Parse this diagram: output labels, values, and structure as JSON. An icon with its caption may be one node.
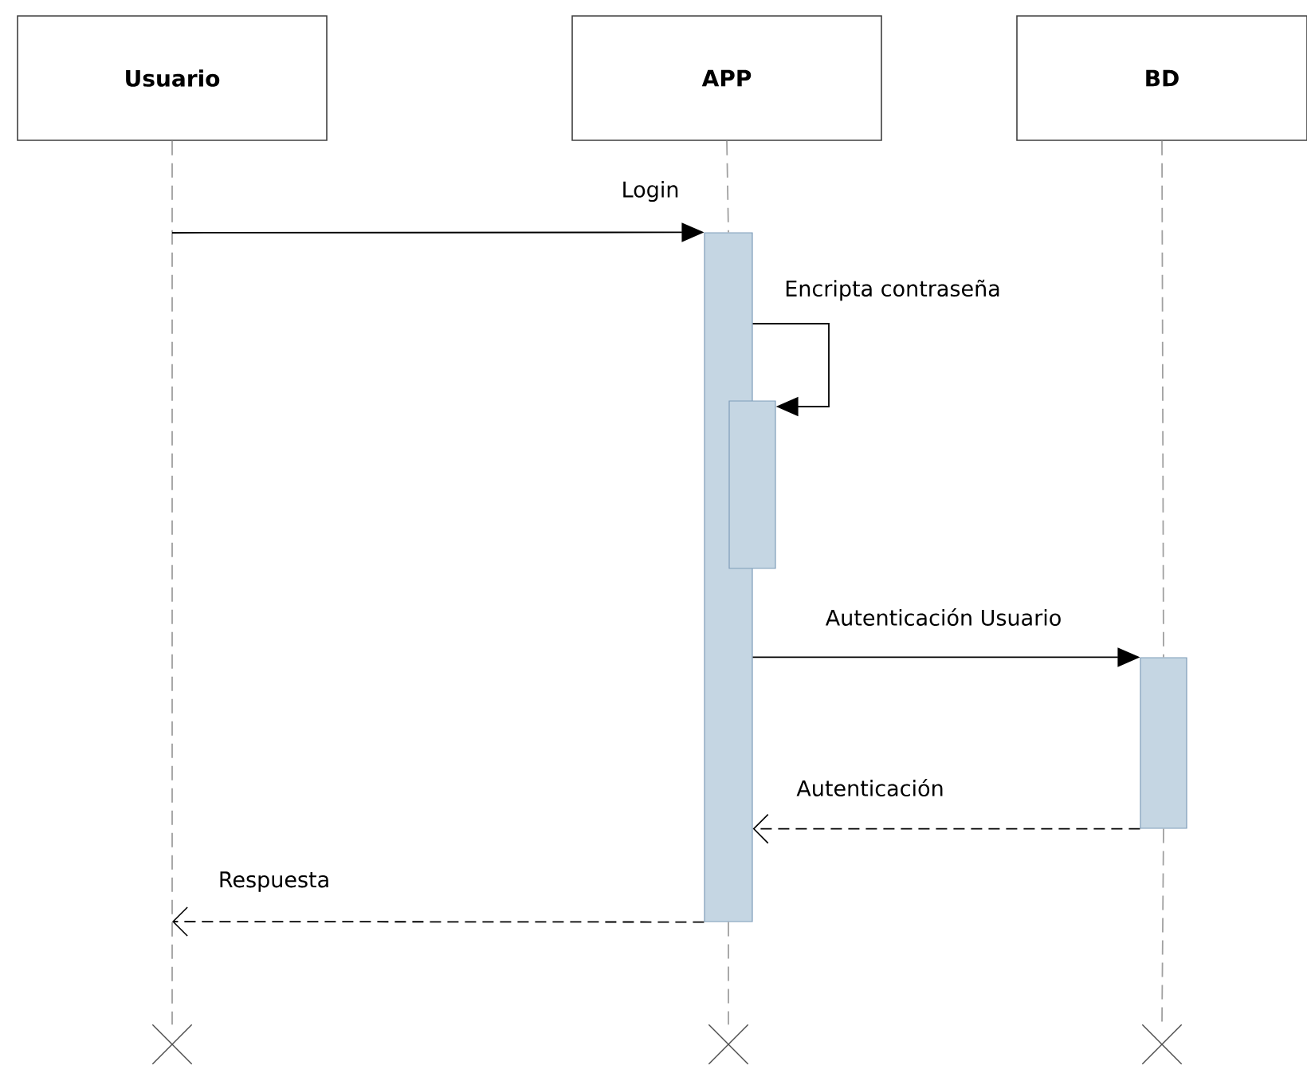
{
  "diagram": {
    "nodes": [
      {
        "text": [
          "Usuario"
        ]
      },
      {
        "text": [
          "APP"
        ]
      },
      {
        "text": [
          "BD"
        ]
      },
      {
        "text": [],
        "shape": "bar"
      },
      {
        "text": [],
        "shape": "bar"
      },
      {
        "text": [],
        "shape": "bar"
      },
      {
        "text": [],
        "shape": "cross"
      },
      {
        "text": [],
        "shape": "cross"
      },
      {
        "text": [],
        "shape": "cross"
      }
    ],
    "edges": [
      {
        "from": 0,
        "to": 6,
        "arrow": "none",
        "style": "dashed",
        "color": "#a0a0a0"
      },
      {
        "from": 1,
        "to": 3,
        "arrow": "none",
        "style": "dashed",
        "color": "#a0a0a0"
      },
      {
        "from": 3,
        "to": 7,
        "arrow": "none",
        "style": "dashed",
        "color": "#a0a0a0"
      },
      {
        "from": 2,
        "to": 5,
        "arrow": "none",
        "style": "dashed",
        "color": "#a0a0a0"
      },
      {
        "from": 5,
        "to": 8,
        "arrow": "none",
        "style": "dashed",
        "color": "#a0a0a0"
      },
      {
        "from": null,
        "to": 3,
        "arrow": "to",
        "label": "Login",
        "color": "#000000"
      },
      {
        "from": 3,
        "to": 4,
        "arrow": "to",
        "label": "Encripta contraseña",
        "color": "#000000"
      },
      {
        "from": 3,
        "to": 5,
        "arrow": "to",
        "label": "Autenticación Usuario",
        "color": "#000000"
      },
      {
        "from": 5,
        "to": 3,
        "arrow": "to",
        "label": "Autenticación",
        "style": "dashed",
        "color": "#000000"
      },
      {
        "from": 3,
        "to": null,
        "arrow": "to",
        "label": "Respuesta",
        "style": "dashed",
        "color": "#000000"
      }
    ]
  }
}
